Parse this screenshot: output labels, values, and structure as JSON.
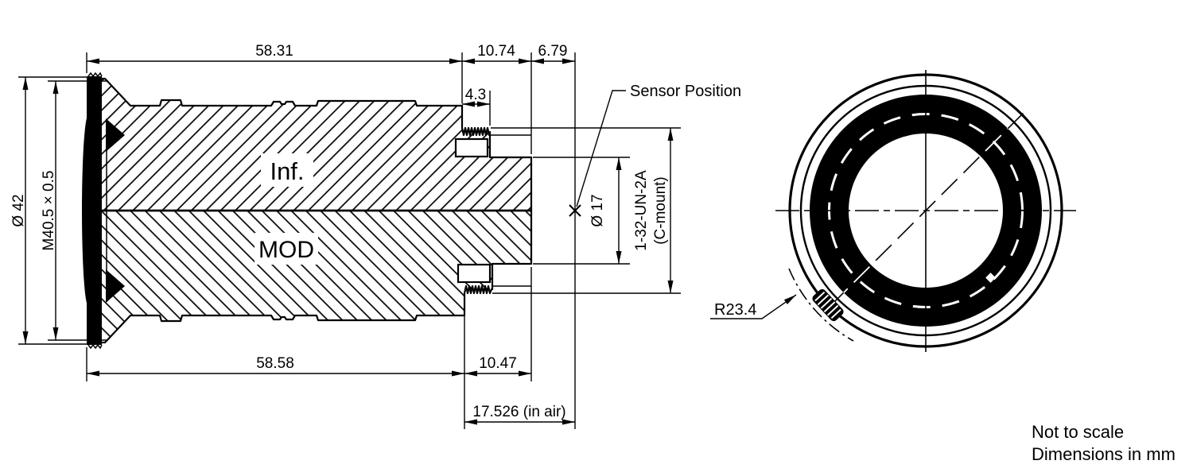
{
  "side_view": {
    "dim_length_top_main": "58.31",
    "dim_length_top_mid": "10.74",
    "dim_length_top_rear": "6.79",
    "dim_thread_length": "4.3",
    "label_sensor_position": "Sensor Position",
    "dim_outer_diameter": "Ø 42",
    "dim_front_thread": "M40.5 × 0.5",
    "label_infinity_focus": "Inf.",
    "label_mod_focus": "MOD",
    "dim_image_diameter": "Ø 17",
    "dim_mount_thread_line1": "1-32-UN-2A",
    "dim_mount_thread_line2": "(C-mount)",
    "dim_length_bottom_main": "58.58",
    "dim_length_bottom_mid": "10.47",
    "dim_flange_focal_distance": "17.526 (in air)"
  },
  "front_view": {
    "dim_radius": "R23.4"
  },
  "notes": {
    "scale_note": "Not to scale",
    "units_note": "Dimensions in mm"
  },
  "colors": {
    "line": "#000000",
    "background": "#ffffff"
  }
}
